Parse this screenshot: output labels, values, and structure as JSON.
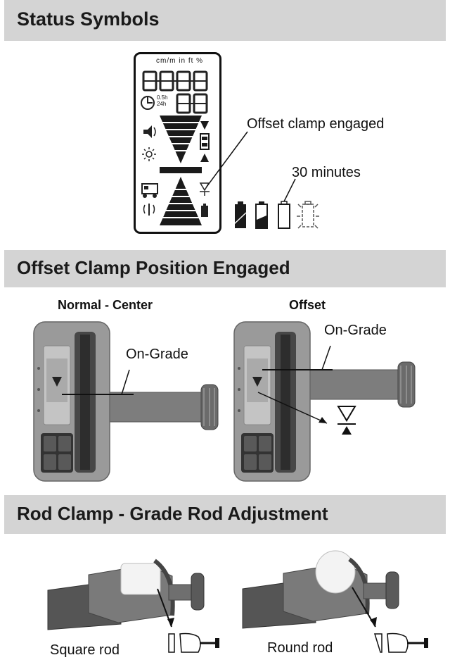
{
  "sections": {
    "status": {
      "title": "Status Symbols"
    },
    "offset": {
      "title": "Offset Clamp Position Engaged"
    },
    "rod": {
      "title": "Rod Clamp - Grade Rod Adjustment"
    }
  },
  "display": {
    "units": [
      "cm/m",
      "in",
      "ft",
      "%"
    ],
    "timer": [
      "0.5h",
      "24h"
    ],
    "callout_offset": "Offset clamp engaged",
    "callout_timer": "30 minutes"
  },
  "offset_section": {
    "left_title": "Normal - Center",
    "right_title": "Offset",
    "left_label": "On-Grade",
    "right_label": "On-Grade"
  },
  "rod_section": {
    "left_label": "Square rod",
    "right_label": "Round rod"
  }
}
